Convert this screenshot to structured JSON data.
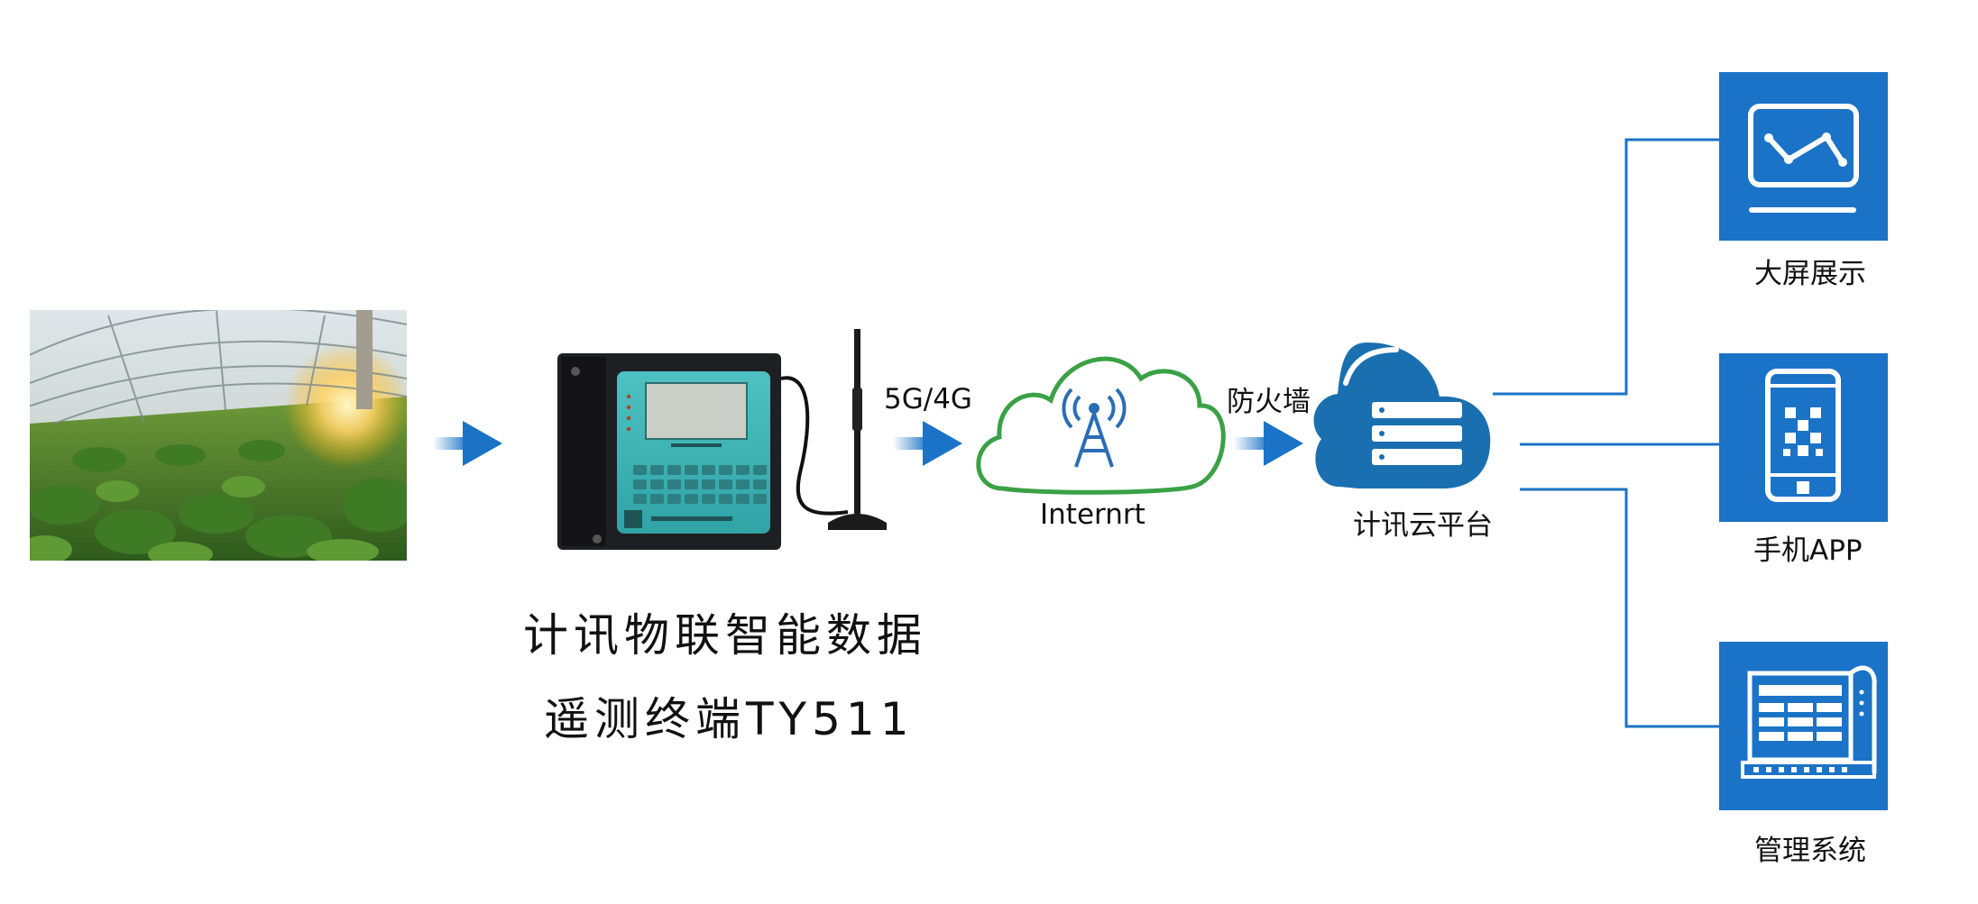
{
  "device": {
    "title_line1": "计讯物联智能数据",
    "title_line2": "遥测终端TY511"
  },
  "links": {
    "wireless": "5G/4G",
    "firewall": "防火墙"
  },
  "internet": {
    "label": "Internrt"
  },
  "cloud_platform": {
    "label": "计讯云平台"
  },
  "outputs": [
    {
      "label": "大屏展示",
      "icon": "monitor-chart-icon"
    },
    {
      "label": "手机APP",
      "icon": "smartphone-qr-icon"
    },
    {
      "label": "管理系统",
      "icon": "management-document-icon"
    }
  ],
  "colors": {
    "primary_blue": "#1a73c7",
    "cloud_blue": "#1a6fb0",
    "internet_green": "#3aa145",
    "tower_blue": "#2a6db5"
  }
}
